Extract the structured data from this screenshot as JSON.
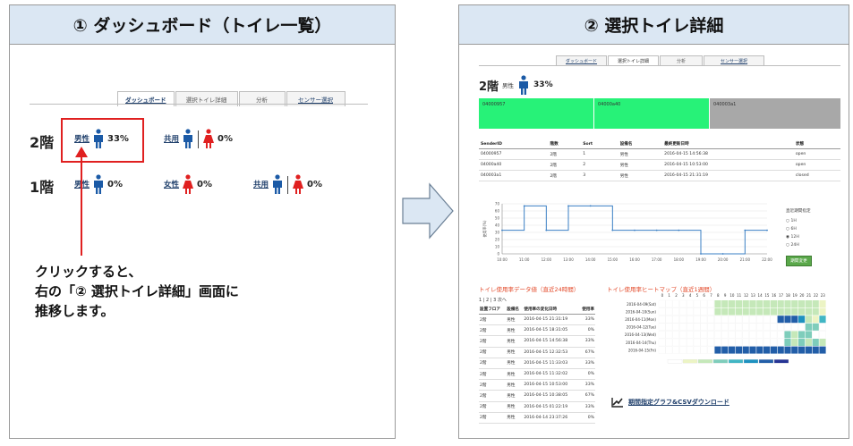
{
  "left_panel": {
    "title": "① ダッシュボード（トイレ一覧）"
  },
  "right_panel": {
    "title": "② 選択トイレ詳細"
  },
  "nav_tabs": [
    "ダッシュボード",
    "選択トイレ詳細",
    "分析",
    "センサー選択"
  ],
  "dashboard": {
    "floors": [
      {
        "name": "2階",
        "toilets": [
          {
            "label": "男性",
            "type": "male",
            "percent": "33%"
          },
          {
            "label": "共用",
            "type": "shared",
            "percent": "0%"
          }
        ]
      },
      {
        "name": "1階",
        "toilets": [
          {
            "label": "男性",
            "type": "male",
            "percent": "0%"
          },
          {
            "label": "女性",
            "type": "female",
            "percent": "0%"
          },
          {
            "label": "共用",
            "type": "shared",
            "percent": "0%"
          }
        ]
      }
    ],
    "instruction": [
      "クリックすると、",
      "右の「② 選択トイレ詳細」画面に",
      "推移します。"
    ]
  },
  "detail": {
    "floor": "2階",
    "sex": "男性",
    "percent": "33%",
    "status_boxes": [
      {
        "id": "04000957",
        "color": "#27f278"
      },
      {
        "id": "04000a40",
        "color": "#27f278"
      },
      {
        "id": "040003a1",
        "color": "#a8a8a8"
      }
    ],
    "table_headers": [
      "SenderID",
      "階数",
      "Sort",
      "設備名",
      "最終更新日時",
      "状態"
    ],
    "table_rows": [
      [
        "04000957",
        "2階",
        "1",
        "男性",
        "2016-04-15 14:56:38",
        "open"
      ],
      [
        "04000a40",
        "2階",
        "2",
        "男性",
        "2016-04-15 10:53:00",
        "open"
      ],
      [
        "040003a1",
        "2階",
        "3",
        "男性",
        "2016-04-15 21:31:19",
        "closed"
      ]
    ],
    "period_label": "直近期間指定",
    "period_options": [
      "1H",
      "6H",
      "12H",
      "24H"
    ],
    "period_selected": "12H",
    "period_button": "期間変更",
    "usage_title": "トイレ使用率データ値（直近24時間）",
    "pager": "1 | 2 | 3 次へ",
    "usage_headers": [
      "設置フロア",
      "設備名",
      "使用率の変化日時",
      "使用率"
    ],
    "usage_rows": [
      [
        "2階",
        "男性",
        "2016-04-15 21:31:19",
        "33%"
      ],
      [
        "2階",
        "男性",
        "2016-04-15 18:31:05",
        "0%"
      ],
      [
        "2階",
        "男性",
        "2016-04-15 14:56:38",
        "33%"
      ],
      [
        "2階",
        "男性",
        "2016-04-15 12:32:53",
        "67%"
      ],
      [
        "2階",
        "男性",
        "2016-04-15 11:33:03",
        "33%"
      ],
      [
        "2階",
        "男性",
        "2016-04-15 11:32:02",
        "0%"
      ],
      [
        "2階",
        "男性",
        "2016-04-15 10:53:00",
        "33%"
      ],
      [
        "2階",
        "男性",
        "2016-04-15 10:38:05",
        "67%"
      ],
      [
        "2階",
        "男性",
        "2016-04-15 01:22:19",
        "33%"
      ],
      [
        "2階",
        "男性",
        "2016-04-14 23:37:26",
        "0%"
      ]
    ],
    "heatmap_title": "トイレ使用率ヒートマップ（直近1週間）",
    "heatmap_hours": [
      "0",
      "1",
      "2",
      "3",
      "4",
      "5",
      "6",
      "7",
      "8",
      "9",
      "10",
      "11",
      "12",
      "13",
      "14",
      "15",
      "16",
      "17",
      "18",
      "19",
      "20",
      "21",
      "22",
      "23"
    ],
    "heatmap_days": [
      "2016-04-09(Sat)",
      "2016-04-10(Sun)",
      "2016-04-11(Mon)",
      "2016-04-12(Tue)",
      "2016-04-13(Wed)",
      "2016-04-14(Thu)",
      "2016-04-15(Fri)"
    ],
    "download_link": "期間指定グラフ&CSVダウンロード"
  },
  "chart_data": {
    "type": "line",
    "x": [
      "10:00",
      "11:00",
      "12:00",
      "13:00",
      "14:00",
      "15:00",
      "16:00",
      "17:00",
      "18:00",
      "19:00",
      "20:00",
      "21:00",
      "22:00"
    ],
    "ylim": [
      0,
      70
    ],
    "yticks": [
      "0",
      "10",
      "20",
      "30",
      "40",
      "50",
      "60",
      "70"
    ],
    "ylabel": "使用率(%)",
    "series": [
      {
        "values": [
          33,
          67,
          33,
          67,
          67,
          33,
          33,
          33,
          33,
          0,
          0,
          33,
          33
        ]
      }
    ],
    "colors": {
      "line": "#3a7fc4",
      "grid": "#e5e5e5"
    }
  },
  "heatmap_palette": [
    "#ffffff",
    "#ecf4c4",
    "#c5e8b9",
    "#7ecdbb",
    "#41b6c4",
    "#1d91c0",
    "#225ea8",
    "#253494"
  ],
  "colors": {
    "male": "#1b5aa6",
    "female": "#e02020",
    "header_bg": "#dbe7f3",
    "accent_red": "#e02020"
  }
}
